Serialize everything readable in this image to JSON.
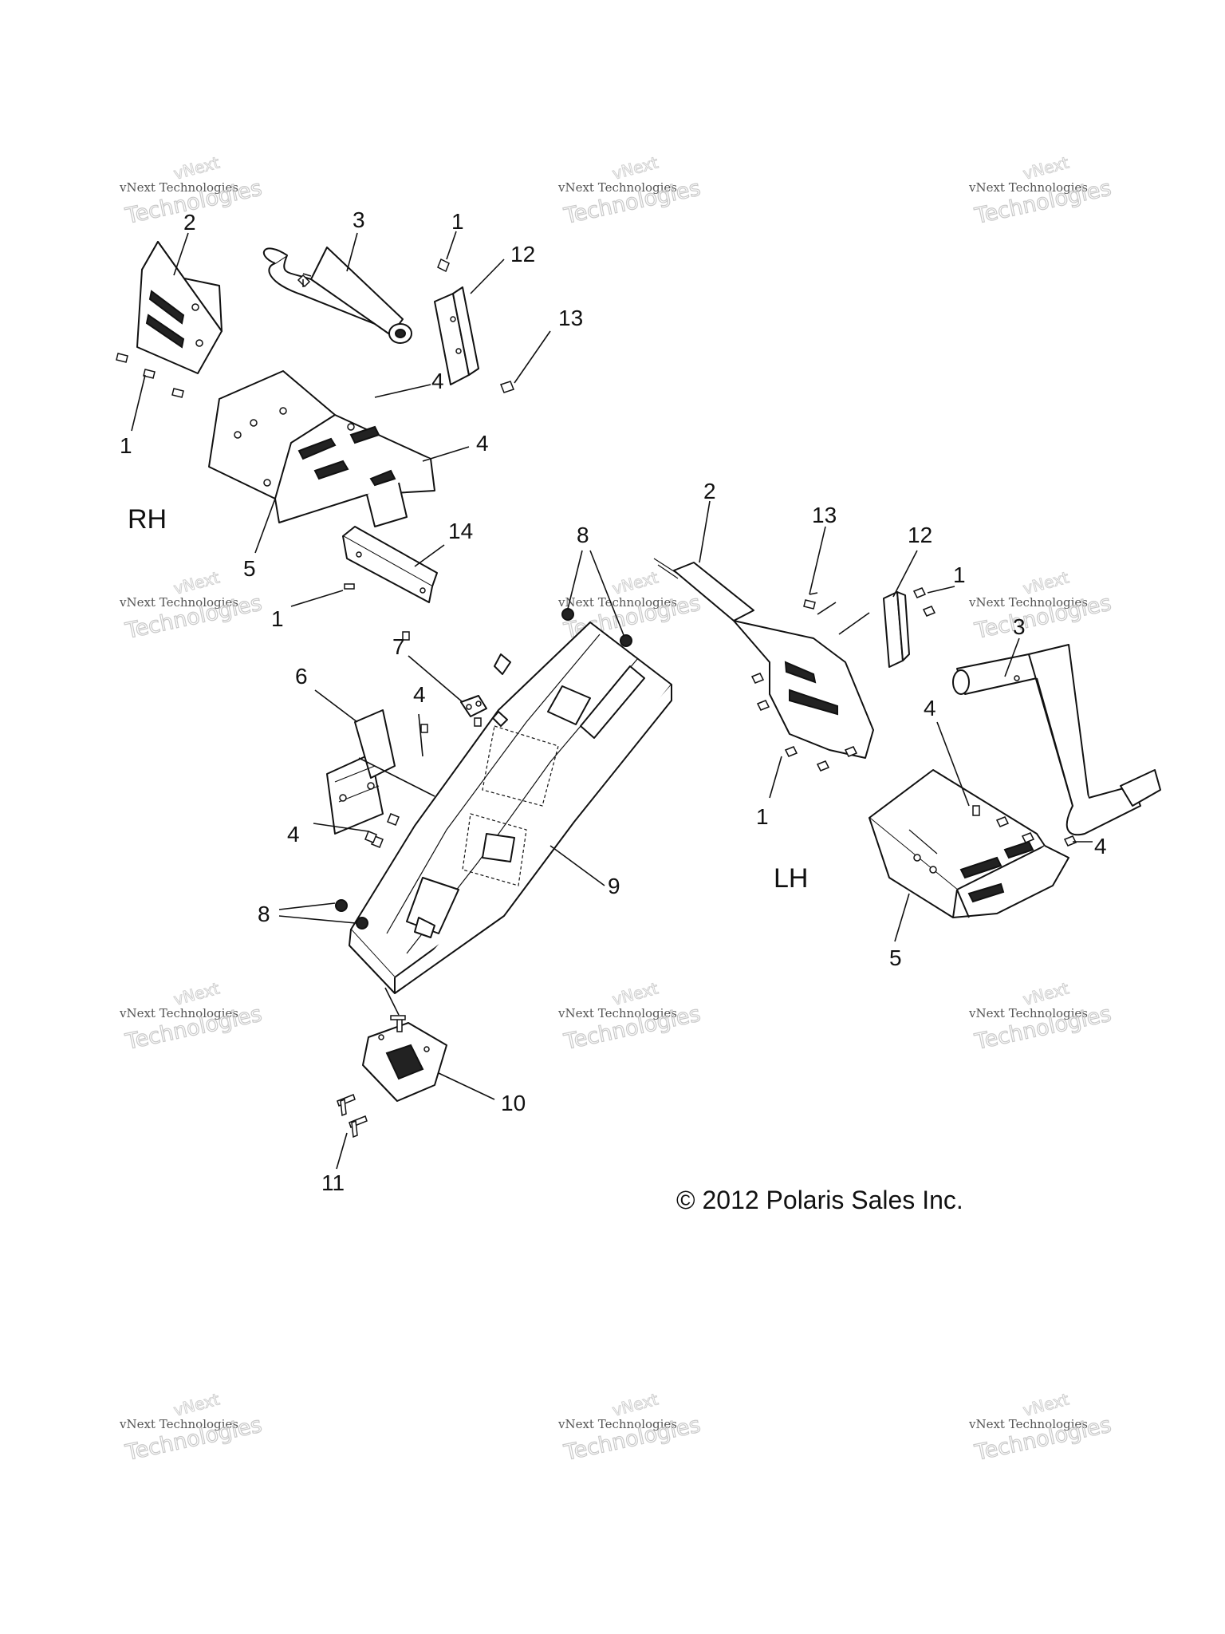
{
  "watermark": {
    "line_top": "vNext",
    "line_small": "vNext Technologies",
    "line_big": "Technologies"
  },
  "side_labels": {
    "right": "RH",
    "left": "LH"
  },
  "copyright": "© 2012 Polaris Sales Inc.",
  "callouts": [
    "1",
    "2",
    "3",
    "4",
    "5",
    "6",
    "7",
    "8",
    "9",
    "10",
    "11",
    "12",
    "13",
    "14"
  ]
}
